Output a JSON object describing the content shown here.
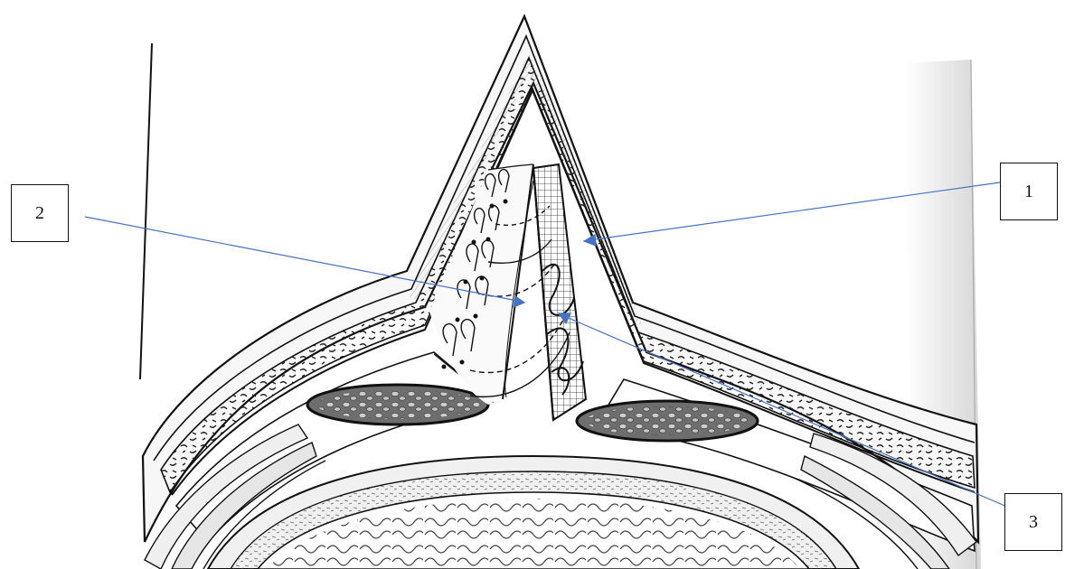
{
  "labels": {
    "one": "1",
    "two": "2",
    "three": "3"
  },
  "colors": {
    "leader_line": "#4472c4",
    "ink": "#111111",
    "skin_fat": "#f4f4f4",
    "muscle_fill": "#6e6e6e",
    "cavity": "#e8e8e8"
  }
}
